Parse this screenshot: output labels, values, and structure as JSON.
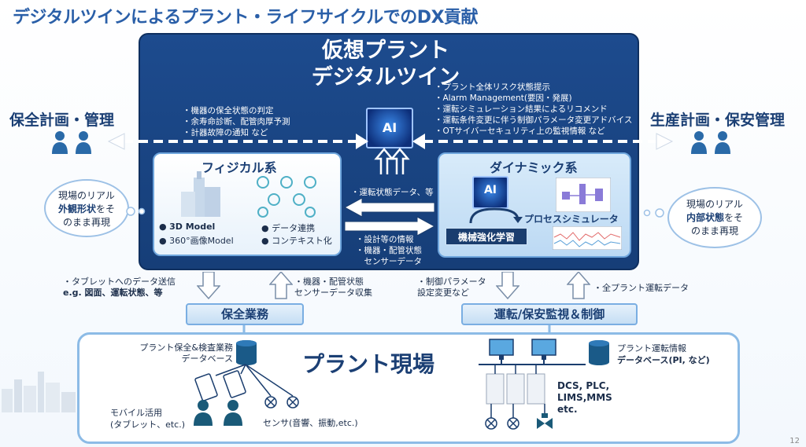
{
  "title": "デジタルツインによるプラント・ライフサイクルでのDX貢献",
  "virtual_plant": {
    "line1": "仮想プラント",
    "line2": "デジタルツイン"
  },
  "ai_label": "AI",
  "left_bullets": [
    "・機器の保全状態の判定",
    "・余寿命診断、配管肉厚予測",
    "・計器故障の通知 など"
  ],
  "right_bullets": [
    "・プラント全体リスク状態提示",
    "・Alarm Management(要因・発展)",
    "・運転シミュレーション結果によるリコメンド",
    "・運転条件変更に伴う制御パラメータ変更アドバイス",
    "・OTサイバーセキュリティ上の監視情報 など"
  ],
  "left_side_label": "保全計画・管理",
  "right_side_label": "生産計画・保安管理",
  "physical": {
    "title": "フィジカル系",
    "items": [
      "3D Model",
      "360°画像Model",
      "データ連携",
      "コンテキスト化"
    ]
  },
  "dynamic": {
    "title": "ダイナミック系",
    "ml_label": "機械強化学習",
    "sim_label": "プロセスシミュレータ"
  },
  "arrow_top_label": "・運転状態データ、等",
  "arrow_bottom_labels": [
    "・設計等の情報",
    "・機器・配管状態",
    "　センサーデータ"
  ],
  "bubble_left": {
    "line1": "現場のリアル",
    "line2_bold": "外観形状",
    "line2_rest": "をそ",
    "line3": "のまま再現"
  },
  "bubble_right": {
    "line1": "現場のリアル",
    "line2_bold": "内部状態",
    "line2_rest": "をそ",
    "line3": "のまま再現"
  },
  "mid_labels": {
    "tablet": [
      "・タブレットへのデータ送信",
      "e.g. 図面、運転状態、等"
    ],
    "equip": [
      "・機器・配管状態",
      "センサーデータ収集"
    ],
    "ctrl": [
      "・制御パラメータ",
      "設定変更など"
    ],
    "all": "・全プラント運転データ"
  },
  "maint_box": "保全業務",
  "ops_box": "運転/保安監視＆制御",
  "field_title": "プラント現場",
  "db_left": [
    "プラント保全&検査業務",
    "データベース"
  ],
  "db_right": [
    "プラント運転情報",
    "データベース(PI, など)"
  ],
  "mobile": [
    "モバイル活用",
    "(タブレット、etc.)"
  ],
  "sensor": "センサ(音響、振動,etc.)",
  "systems": [
    "DCS, PLC,",
    "LIMS,MMS",
    "etc."
  ],
  "page_number": "12",
  "colors": {
    "panel": "#1d4b8e",
    "accent": "#2a5fa8",
    "teal": "#1a5a78"
  }
}
